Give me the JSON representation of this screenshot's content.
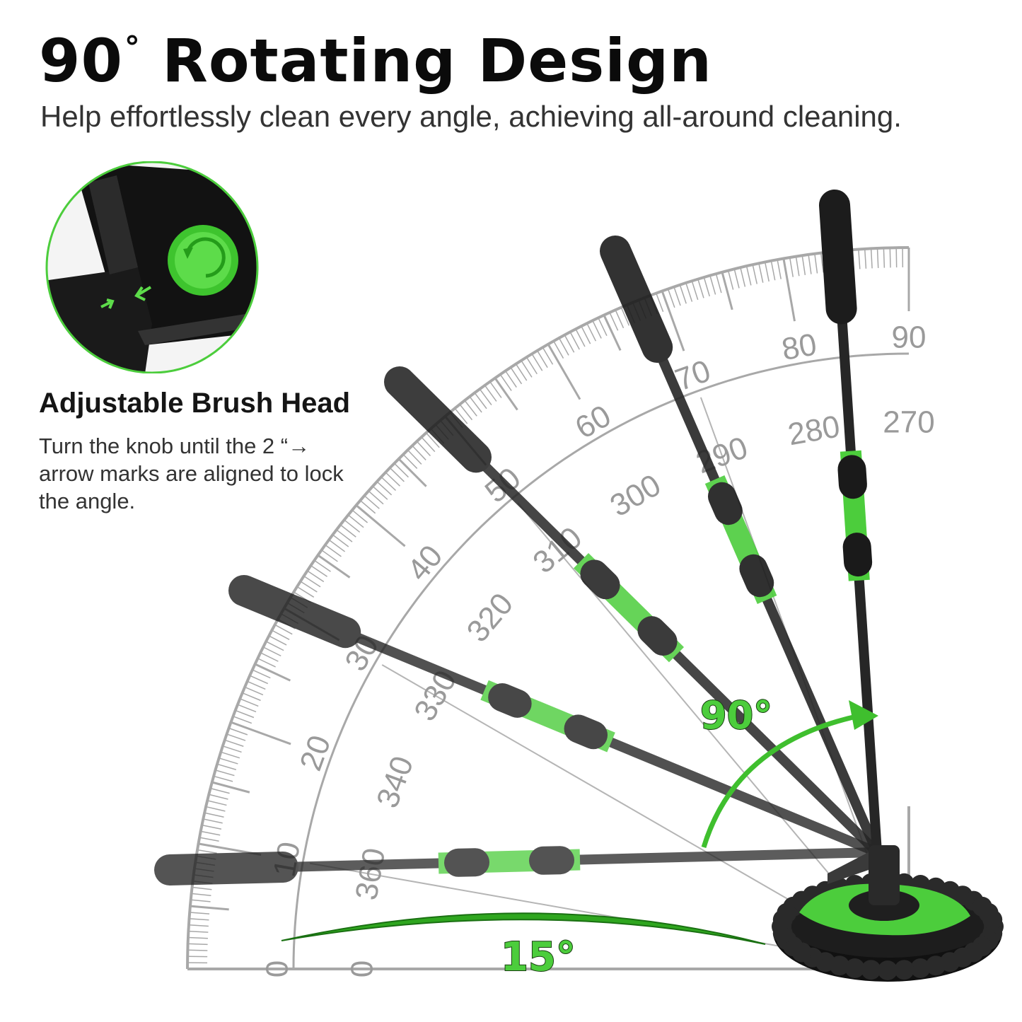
{
  "header": {
    "title": "90",
    "title_degree": "°",
    "title_rest": " Rotating Design",
    "subtitle": "Help effortlessly clean every angle, achieving all-around cleaning."
  },
  "feature": {
    "title": "Adjustable Brush Head",
    "description": "Turn the knob until the 2 “→ arrow marks are aligned to lock the angle."
  },
  "protractor": {
    "outer_labels": [
      "0",
      "10",
      "20",
      "30",
      "40",
      "50",
      "60",
      "70",
      "80",
      "90"
    ],
    "inner_labels": [
      "0",
      "360",
      "340",
      "330",
      "320",
      "310",
      "300",
      "290",
      "280",
      "270"
    ]
  },
  "angles": {
    "large": "90°",
    "small": "15°"
  },
  "colors": {
    "accent_green": "#4ccd3c",
    "dark_green": "#1a3d12",
    "handle": "#2c2c2c",
    "protractor": "#a8a8a8"
  },
  "icons": [
    "brush-head-icon",
    "knob-icon",
    "rotate-arrow-icon",
    "align-arrow-icon"
  ]
}
